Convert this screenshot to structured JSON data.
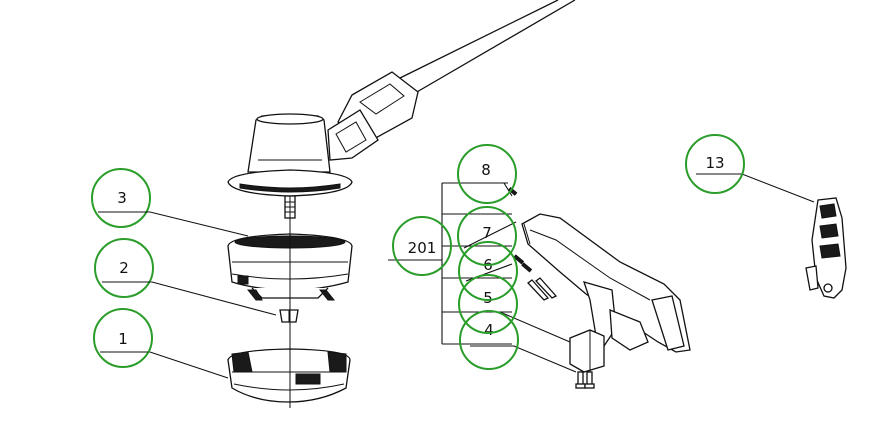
{
  "callouts": [
    {
      "id": "c1",
      "label": "1"
    },
    {
      "id": "c2",
      "label": "2"
    },
    {
      "id": "c3",
      "label": "3"
    },
    {
      "id": "c4",
      "label": "4"
    },
    {
      "id": "c5",
      "label": "5"
    },
    {
      "id": "c6",
      "label": "6"
    },
    {
      "id": "c7",
      "label": "7"
    },
    {
      "id": "c8",
      "label": "8"
    },
    {
      "id": "c13",
      "label": "13"
    },
    {
      "id": "c201",
      "label": "201"
    }
  ],
  "colors": {
    "callout_ring": "#2a9d2a",
    "line": "#111111"
  }
}
